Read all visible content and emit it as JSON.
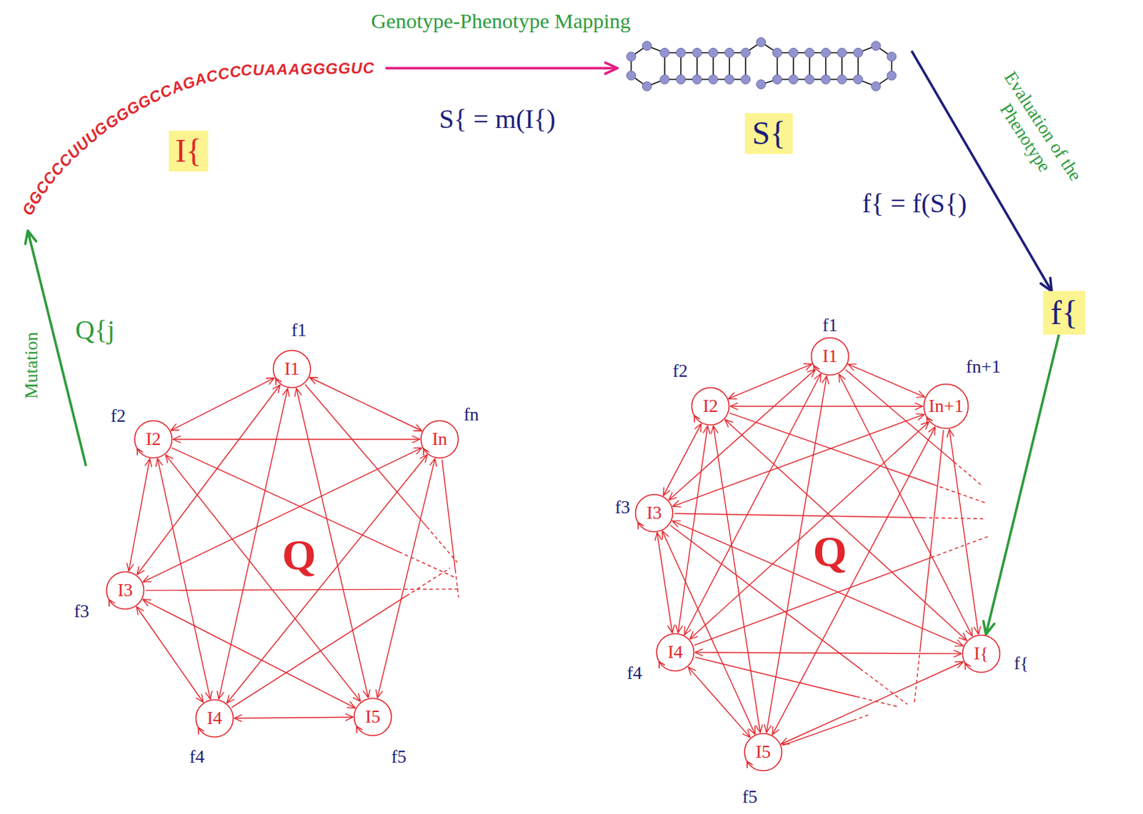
{
  "diagram": {
    "nodes": [
      {
        "text": [
          "GGCCCCUUUGGGGGCCAGACCCCUAAAGGGGUC",
          "I{"
        ]
      },
      {
        "text": [
          "S{"
        ]
      },
      {
        "text": [
          "f{"
        ]
      },
      {
        "text": [
          "Q"
        ]
      },
      {
        "text": [
          "I1",
          "f1"
        ],
        "in": 3
      },
      {
        "text": [
          "I2",
          "f2"
        ],
        "in": 3
      },
      {
        "text": [
          "In",
          "fn"
        ],
        "in": 3
      },
      {
        "text": [
          "I3",
          "f3"
        ],
        "in": 3
      },
      {
        "text": [
          "I4",
          "f4"
        ],
        "in": 3
      },
      {
        "text": [
          "I5",
          "f5"
        ],
        "in": 3
      },
      {
        "text": [
          "Q"
        ]
      },
      {
        "text": [
          "I1",
          "f1"
        ],
        "in": 10
      },
      {
        "text": [
          "I2",
          "f2"
        ],
        "in": 10
      },
      {
        "text": [
          "In+1",
          "fn+1"
        ],
        "in": 10
      },
      {
        "text": [
          "I3",
          "f3"
        ],
        "in": 10
      },
      {
        "text": [
          "I{",
          "f{"
        ],
        "in": 10
      },
      {
        "text": [
          "I4",
          "f4"
        ],
        "in": 10
      },
      {
        "text": [
          "I5",
          "f5"
        ],
        "in": 10
      }
    ],
    "edges": [
      {
        "from": 3,
        "to": 0,
        "arrow": "to",
        "label": "Mutation"
      },
      {
        "from": 0,
        "to": 1,
        "arrow": "to",
        "label": "Genotype-Phenotype Mapping"
      },
      {
        "from": 1,
        "to": 2,
        "arrow": "to",
        "label": "Evaluation of the Phenotype"
      },
      {
        "from": 2,
        "to": 15,
        "arrow": "to"
      },
      {
        "from": 4,
        "to": 5,
        "arrow": "both"
      },
      {
        "from": 4,
        "to": 6,
        "arrow": "both"
      },
      {
        "from": 4,
        "to": 7,
        "arrow": "both"
      },
      {
        "from": 4,
        "to": 8,
        "arrow": "both"
      },
      {
        "from": 4,
        "to": 9,
        "arrow": "both"
      },
      {
        "from": 5,
        "to": 6,
        "arrow": "both"
      },
      {
        "from": 5,
        "to": 7,
        "arrow": "both"
      },
      {
        "from": 5,
        "to": 8,
        "arrow": "both"
      },
      {
        "from": 5,
        "to": 9,
        "arrow": "both"
      },
      {
        "from": 6,
        "to": 7,
        "arrow": "both"
      },
      {
        "from": 6,
        "to": 8,
        "arrow": "both"
      },
      {
        "from": 6,
        "to": 9,
        "arrow": "both"
      },
      {
        "from": 7,
        "to": 8,
        "arrow": "both"
      },
      {
        "from": 7,
        "to": 9,
        "arrow": "both"
      },
      {
        "from": 8,
        "to": 9,
        "arrow": "both"
      },
      {
        "from": 11,
        "to": 12,
        "arrow": "both"
      },
      {
        "from": 11,
        "to": 13,
        "arrow": "both"
      },
      {
        "from": 11,
        "to": 14,
        "arrow": "both"
      },
      {
        "from": 11,
        "to": 15,
        "arrow": "both"
      },
      {
        "from": 11,
        "to": 16,
        "arrow": "both"
      },
      {
        "from": 11,
        "to": 17,
        "arrow": "both"
      },
      {
        "from": 12,
        "to": 13,
        "arrow": "both"
      },
      {
        "from": 12,
        "to": 14,
        "arrow": "both"
      },
      {
        "from": 12,
        "to": 15,
        "arrow": "both"
      },
      {
        "from": 12,
        "to": 16,
        "arrow": "both"
      },
      {
        "from": 12,
        "to": 17,
        "arrow": "both"
      },
      {
        "from": 13,
        "to": 14,
        "arrow": "both"
      },
      {
        "from": 13,
        "to": 15,
        "arrow": "both"
      },
      {
        "from": 13,
        "to": 16,
        "arrow": "both"
      },
      {
        "from": 13,
        "to": 17,
        "arrow": "both"
      },
      {
        "from": 14,
        "to": 15,
        "arrow": "both"
      },
      {
        "from": 14,
        "to": 16,
        "arrow": "both"
      },
      {
        "from": 14,
        "to": 17,
        "arrow": "both"
      },
      {
        "from": 15,
        "to": 16,
        "arrow": "both"
      },
      {
        "from": 15,
        "to": 17,
        "arrow": "both"
      },
      {
        "from": 16,
        "to": 17,
        "arrow": "both"
      }
    ],
    "labels": [
      "Q{j",
      "S{ = m(I{)",
      "f{ = f(S{)"
    ]
  }
}
